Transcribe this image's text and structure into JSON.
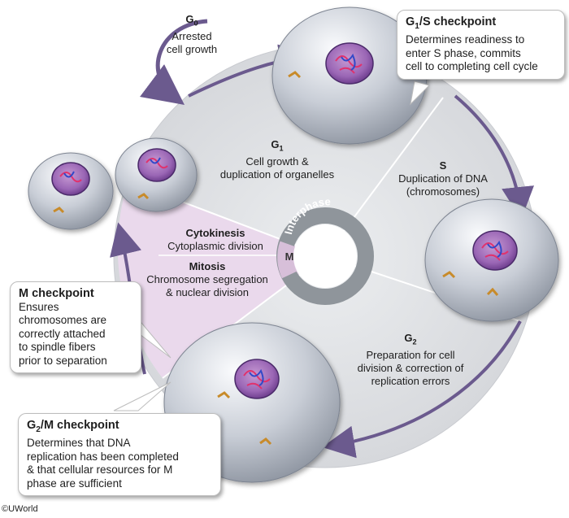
{
  "g0": {
    "title_main": "G",
    "title_sub": "0",
    "text": "Arrested\ncell growth"
  },
  "g1": {
    "title_main": "G",
    "title_sub": "1",
    "text": "Cell growth &\nduplication of organelles"
  },
  "s": {
    "title": "S",
    "text": "Duplication of DNA\n(chromosomes)"
  },
  "g2": {
    "title_main": "G",
    "title_sub": "2",
    "text": "Preparation for cell\ndivision & correction of\nreplication errors"
  },
  "cytokinesis": {
    "title": "Cytokinesis",
    "text": "Cytoplasmic division"
  },
  "mitosis": {
    "title": "Mitosis",
    "text": "Chromosome segregation\n& nuclear division"
  },
  "m_label": "M",
  "interphase_label": "Interphase",
  "g1s_checkpoint": {
    "title_main": "G",
    "title_sub": "1",
    "title_rest": "/S checkpoint",
    "text": "Determines readiness to\nenter S phase, commits\ncell to completing cell cycle"
  },
  "m_checkpoint": {
    "title": "M checkpoint",
    "text": "Ensures\nchromosomes are\ncorrectly attached\nto spindle fibers\nprior to separation"
  },
  "g2m_checkpoint": {
    "title_main": "G",
    "title_sub": "2",
    "title_rest": "/M checkpoint",
    "text": "Determines that DNA\nreplication has been completed\n& that cellular resources for M\nphase are sufficient"
  },
  "copyright": "©UWorld",
  "colors": {
    "disc": "#dcdde0",
    "mitosis": "#eadaec",
    "ring": "#8f959b",
    "arrow": "#6b5a8e"
  }
}
